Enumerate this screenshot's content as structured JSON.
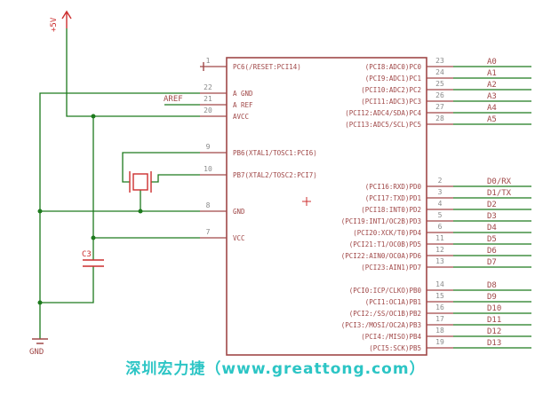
{
  "colors": {
    "symbol": "#a04848",
    "accent": "#cc2f2f",
    "wire": "#1d7a1d",
    "pin_number": "#8a8a8a",
    "watermark": "#2cc5c5"
  },
  "supply": {
    "plus5v_label": "+5V",
    "gnd_label": "GND"
  },
  "nets": {
    "aref_label": "AREF"
  },
  "components": {
    "c3_label": "C3"
  },
  "ic": {
    "left_pins": [
      {
        "num": "1",
        "label": "PC6(/RESET:PCI14)"
      },
      {
        "num": "22",
        "label": "A GND"
      },
      {
        "num": "21",
        "label": "A REF"
      },
      {
        "num": "20",
        "label": "AVCC"
      },
      {
        "num": "9",
        "label": "PB6(XTAL1/TOSC1:PCI6)"
      },
      {
        "num": "10",
        "label": "PB7(XTAL2/TOSC2:PCI7)"
      },
      {
        "num": "8",
        "label": "GND"
      },
      {
        "num": "7",
        "label": "VCC"
      }
    ],
    "right_pins": [
      {
        "num": "23",
        "label": "(PCI8:ADC0)PC0",
        "net": "A0"
      },
      {
        "num": "24",
        "label": "(PCI9:ADC1)PC1",
        "net": "A1"
      },
      {
        "num": "25",
        "label": "(PCI10:ADC2)PC2",
        "net": "A2"
      },
      {
        "num": "26",
        "label": "(PCI11:ADC3)PC3",
        "net": "A3"
      },
      {
        "num": "27",
        "label": "(PCI12:ADC4/SDA)PC4",
        "net": "A4"
      },
      {
        "num": "28",
        "label": "(PCI13:ADC5/SCL)PC5",
        "net": "A5"
      },
      {
        "num": "2",
        "label": "(PCI16:RXD)PD0",
        "net": "D0/RX"
      },
      {
        "num": "3",
        "label": "(PCI17:TXD)PD1",
        "net": "D1/TX"
      },
      {
        "num": "4",
        "label": "(PCI18:INT0)PD2",
        "net": "D2"
      },
      {
        "num": "5",
        "label": "(PCI19:INT1/OC2B)PD3",
        "net": "D3"
      },
      {
        "num": "6",
        "label": "(PCI20:XCK/T0)PD4",
        "net": "D4"
      },
      {
        "num": "11",
        "label": "(PCI21:T1/OC0B)PD5",
        "net": "D5"
      },
      {
        "num": "12",
        "label": "(PCI22:AIN0/OC0A)PD6",
        "net": "D6"
      },
      {
        "num": "13",
        "label": "(PCI23:AIN1)PD7",
        "net": "D7"
      },
      {
        "num": "14",
        "label": "(PCI0:ICP/CLKO)PB0",
        "net": "D8"
      },
      {
        "num": "15",
        "label": "(PCI1:OC1A)PB1",
        "net": "D9"
      },
      {
        "num": "16",
        "label": "(PCI2:/SS/OC1B)PB2",
        "net": "D10"
      },
      {
        "num": "17",
        "label": "(PCI3:/MOSI/OC2A)PB3",
        "net": "D11"
      },
      {
        "num": "18",
        "label": "(PCI4:/MISO)PB4",
        "net": "D12"
      },
      {
        "num": "19",
        "label": "(PCI5:SCK)PB5",
        "net": "D13"
      }
    ]
  },
  "watermark": {
    "text": "深圳宏力捷（www.greattong.com）"
  }
}
